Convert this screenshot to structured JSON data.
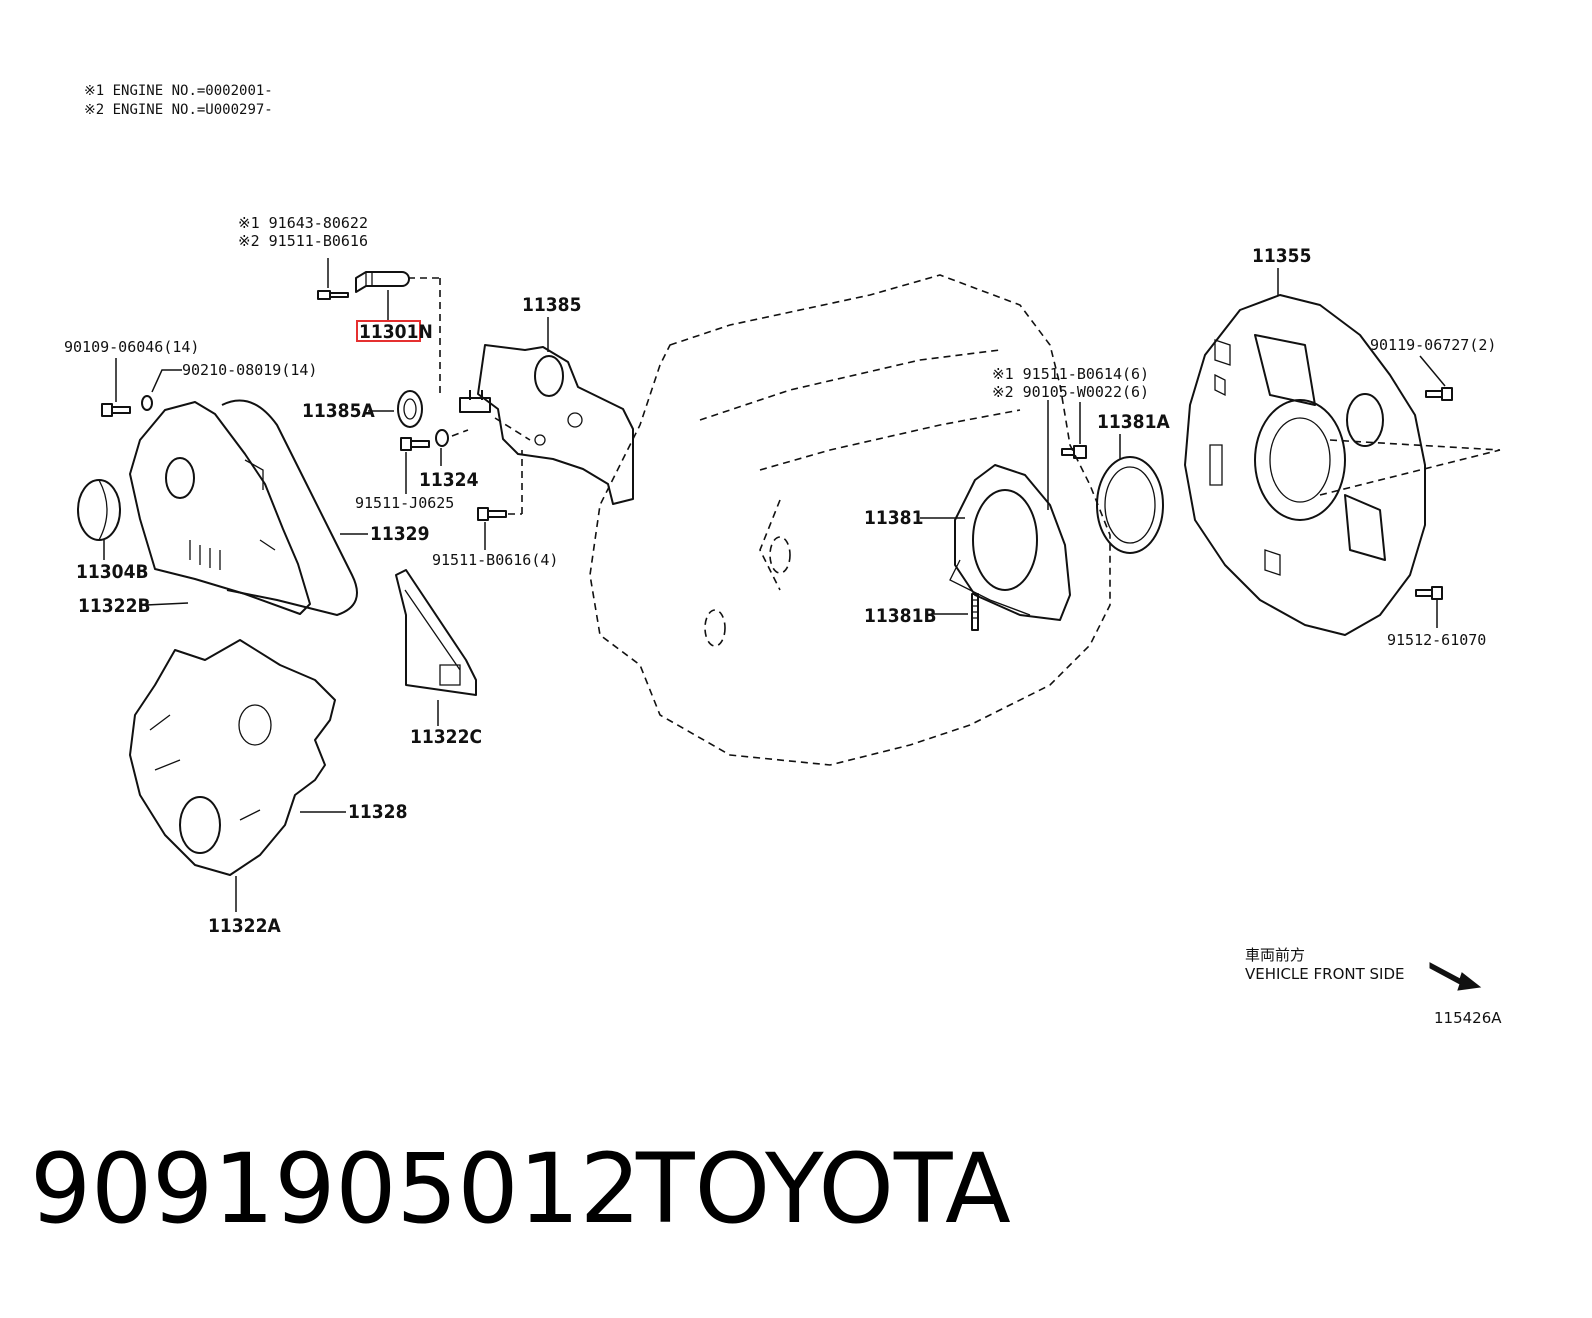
{
  "notes": {
    "line1": "※1 ENGINE NO.=0002001-",
    "line2": "※2 ENGINE NO.=U000297-"
  },
  "labels": {
    "bolt_pair_a_1": "※1  91643-80622",
    "bolt_pair_a_2": "※2  91511-B0616",
    "p11301N": "11301N",
    "p11385": "11385",
    "p90109": "90109-06046(14)",
    "p90210": "90210-08019(14)",
    "p11385A": "11385A",
    "p11324": "11324",
    "p91511J": "91511-J0625",
    "p11329": "11329",
    "p11304B": "11304B",
    "p11322B": "11322B",
    "p91511B4": "91511-B0616(4)",
    "p11322C": "11322C",
    "p11328": "11328",
    "p11322A": "11322A",
    "bolt_pair_b_1": "※1  91511-B0614(6)",
    "bolt_pair_b_2": "※2  90105-W0022(6)",
    "p11381A": "11381A",
    "p11381": "11381",
    "p11381B": "11381B",
    "p11355": "11355",
    "p90119": "90119-06727(2)",
    "p91512": "91512-61070"
  },
  "direction": {
    "jp": "車両前方",
    "en": "VEHICLE FRONT SIDE"
  },
  "illustration_id": "115426A",
  "caption": {
    "part_number": "9091905012",
    "brand": "TOYOTA"
  },
  "colors": {
    "highlight": "#e53030",
    "line": "#111111"
  }
}
